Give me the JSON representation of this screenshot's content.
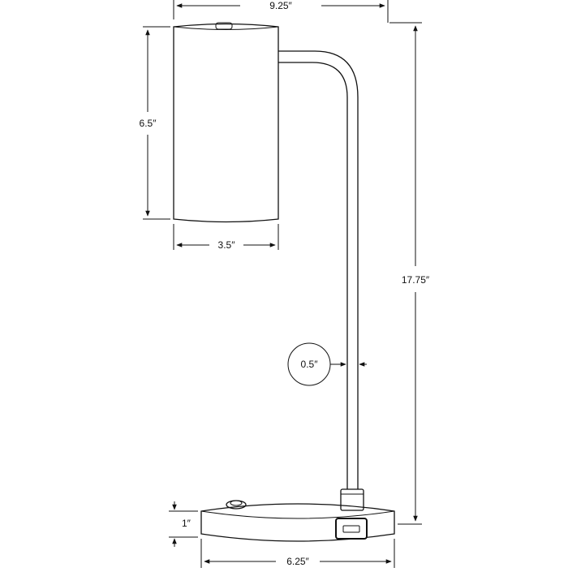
{
  "dimensions": {
    "overall_width": "9.25″",
    "shade_height": "6.5″",
    "shade_width": "3.5″",
    "overall_height": "17.75″",
    "pole_diameter": "0.5″",
    "base_height": "1″",
    "base_width": "6.25″"
  }
}
